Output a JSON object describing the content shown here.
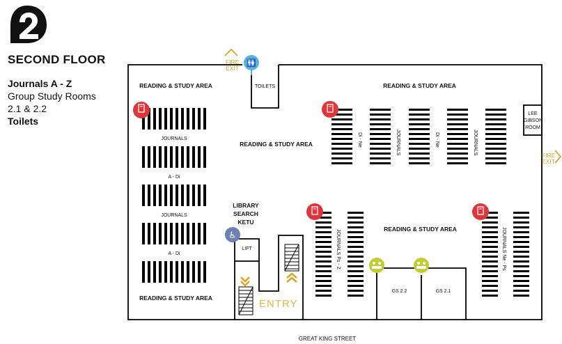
{
  "floor": {
    "number_icon": "number-two-icon",
    "title": "SECOND FLOOR",
    "legend": [
      "Journals A - Z",
      "Group Study Rooms",
      "2.1 & 2.2",
      "Toilets"
    ]
  },
  "areas": {
    "reading_top_left": "READING & STUDY AREA",
    "reading_top_right": "READING & STUDY AREA",
    "reading_center": "READING & STUDY AREA",
    "reading_bottom_left": "READING & STUDY AREA",
    "reading_bottom_right": "READING & STUDY AREA"
  },
  "rooms": {
    "toilets": "TOILETS",
    "lee_gibson_1": "LEE",
    "lee_gibson_2": "GIBSON",
    "lee_gibson_3": "ROOM",
    "lift": "LIFT",
    "gs22": "GS 2.2",
    "gs21": "GS 2.1"
  },
  "library_search": [
    "LIBRARY",
    "SEARCH",
    "KETU"
  ],
  "shelf_labels": {
    "journals_1": "JOURNALS",
    "a_di_1": "A - Di",
    "journals_2": "JOURNALS",
    "a_di_2": "A - Di",
    "v_di_ne_1": "Di - Ne",
    "v_journals_1": "JOURNALS",
    "v_di_ne_2": "Di - Ne",
    "v_journals_2": "JOURNALS",
    "v_ps_z": "JOURNALS Ps - Z",
    "v_ne_ps": "JOURNALS Ne - Ps"
  },
  "exits": {
    "top": [
      "FIRE",
      "EXIT"
    ],
    "right": [
      "FIRE",
      "EXIT"
    ]
  },
  "entry": "ENTRY",
  "street": "GREAT KING STREET",
  "colors": {
    "exit": "#e0a129",
    "journals_marker": "#e0353b",
    "toilet_marker": "#5ab4d6",
    "group_marker": "#c4cc2f",
    "lift_marker": "#6e7fb4",
    "walls": "#000000"
  }
}
